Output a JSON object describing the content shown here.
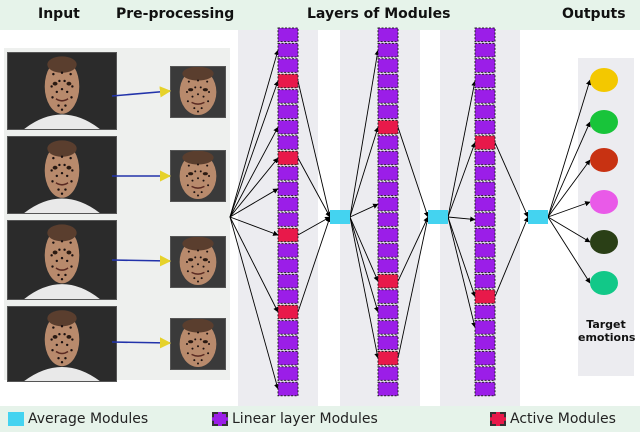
{
  "headers": {
    "input": "Input",
    "preprocessing": "Pre-processing",
    "layers": "Layers of Modules",
    "outputs": "Outputs"
  },
  "target_label": {
    "line1": "Target",
    "line2": "emotions"
  },
  "legend": {
    "average": "Average Modules",
    "linear": "Linear layer Modules",
    "active": "Active Modules"
  },
  "colors": {
    "average": "#44d3f0",
    "linear": "#9b1ee8",
    "active": "#e8194a",
    "arrow_blue": "#2233aa",
    "arrow_yellow": "#e6d22a"
  },
  "icons": {
    "face": "face-photo-icon"
  },
  "inputs": [
    {
      "name": "input-face-1"
    },
    {
      "name": "input-face-2"
    },
    {
      "name": "input-face-3"
    },
    {
      "name": "input-face-4"
    }
  ],
  "preprocessed": [
    {
      "name": "cropped-face-1"
    },
    {
      "name": "cropped-face-2"
    },
    {
      "name": "cropped-face-3"
    },
    {
      "name": "cropped-face-4"
    }
  ],
  "layers": [
    {
      "name": "layer-1",
      "active_modules": [
        3,
        8,
        13,
        18
      ]
    },
    {
      "name": "layer-2",
      "active_modules": [
        6,
        16,
        21
      ]
    },
    {
      "name": "layer-3",
      "active_modules": [
        7,
        17
      ]
    }
  ],
  "outputs": [
    {
      "name": "output-emotion-yellow",
      "color": "#f3c800"
    },
    {
      "name": "output-emotion-green",
      "color": "#18c43a"
    },
    {
      "name": "output-emotion-red",
      "color": "#c83212"
    },
    {
      "name": "output-emotion-pink",
      "color": "#e95ae8"
    },
    {
      "name": "output-emotion-darkgreen",
      "color": "#2a3f16"
    },
    {
      "name": "output-emotion-teal",
      "color": "#12c888"
    }
  ]
}
